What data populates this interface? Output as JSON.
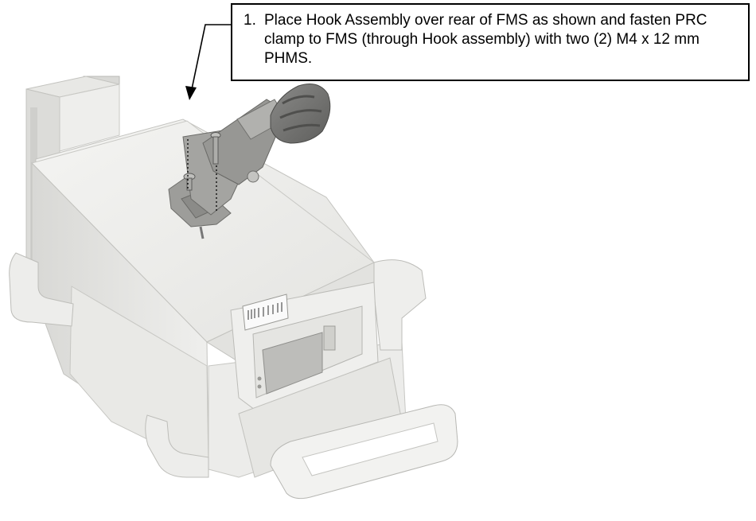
{
  "instruction": {
    "step_number": "1.",
    "text": "Place Hook Assembly over rear of FMS as shown and fasten PRC clamp to FMS (through Hook assembly) with two (2) M4 x 12 mm PHMS."
  },
  "illustration": {
    "subject": "infusion-pump-module",
    "parts": [
      "fms-housing",
      "hook-assembly",
      "prc-clamp",
      "screw",
      "screw",
      "handle",
      "label"
    ]
  }
}
